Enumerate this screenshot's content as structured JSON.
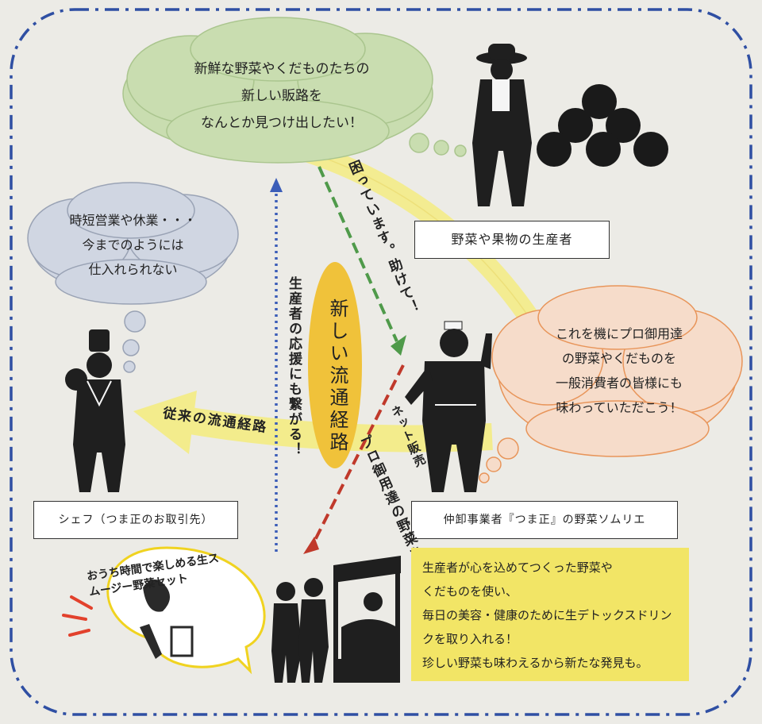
{
  "bubbles": {
    "producer": [
      "新鮮な野菜やくだものたちの",
      "新しい販路を",
      "なんとか見つけ出したい！"
    ],
    "chef": [
      "時短営業や休業・・・",
      "今までのようには",
      "仕入れられない"
    ],
    "wholesaler": [
      "これを機にプロ御用達",
      "の野菜やくだものを",
      "一般消費者の皆様にも",
      "味わっていただこう！"
    ]
  },
  "labels": {
    "producer": "野菜や果物の生産者",
    "chef": "シェフ（つま正のお取引先）",
    "wholesaler": "仲卸事業者『つま正』の野菜ソムリエ"
  },
  "arrows": {
    "help": "困っています。助けて！",
    "support": "生産者の応援にも繋がる！",
    "conventional": "従来の流通経路",
    "net": "ネット販売",
    "pro": "プロ御用達の野菜を"
  },
  "center": {
    "new_route": "新しい流通経路"
  },
  "smoothie": {
    "caption": "おうち時間で楽しめる生スムージー野菜セット"
  },
  "info": {
    "lines": [
      "生産者が心を込めてつくった野菜や",
      "くだものを使い、",
      "毎日の美容・健康のために生デトックスドリン",
      "クを取り入れる！",
      "珍しい野菜も味わえるから新たな発見も。"
    ]
  },
  "colors": {
    "frame": "#2f4fa3",
    "green_cloud": "#c9ddb0",
    "gray_cloud": "#d0d6e2",
    "orange_cloud": "#f6dcca",
    "yellow_arrow": "#f3ec8c",
    "gold": "#f0c23a",
    "info_bg": "#f2e566"
  }
}
